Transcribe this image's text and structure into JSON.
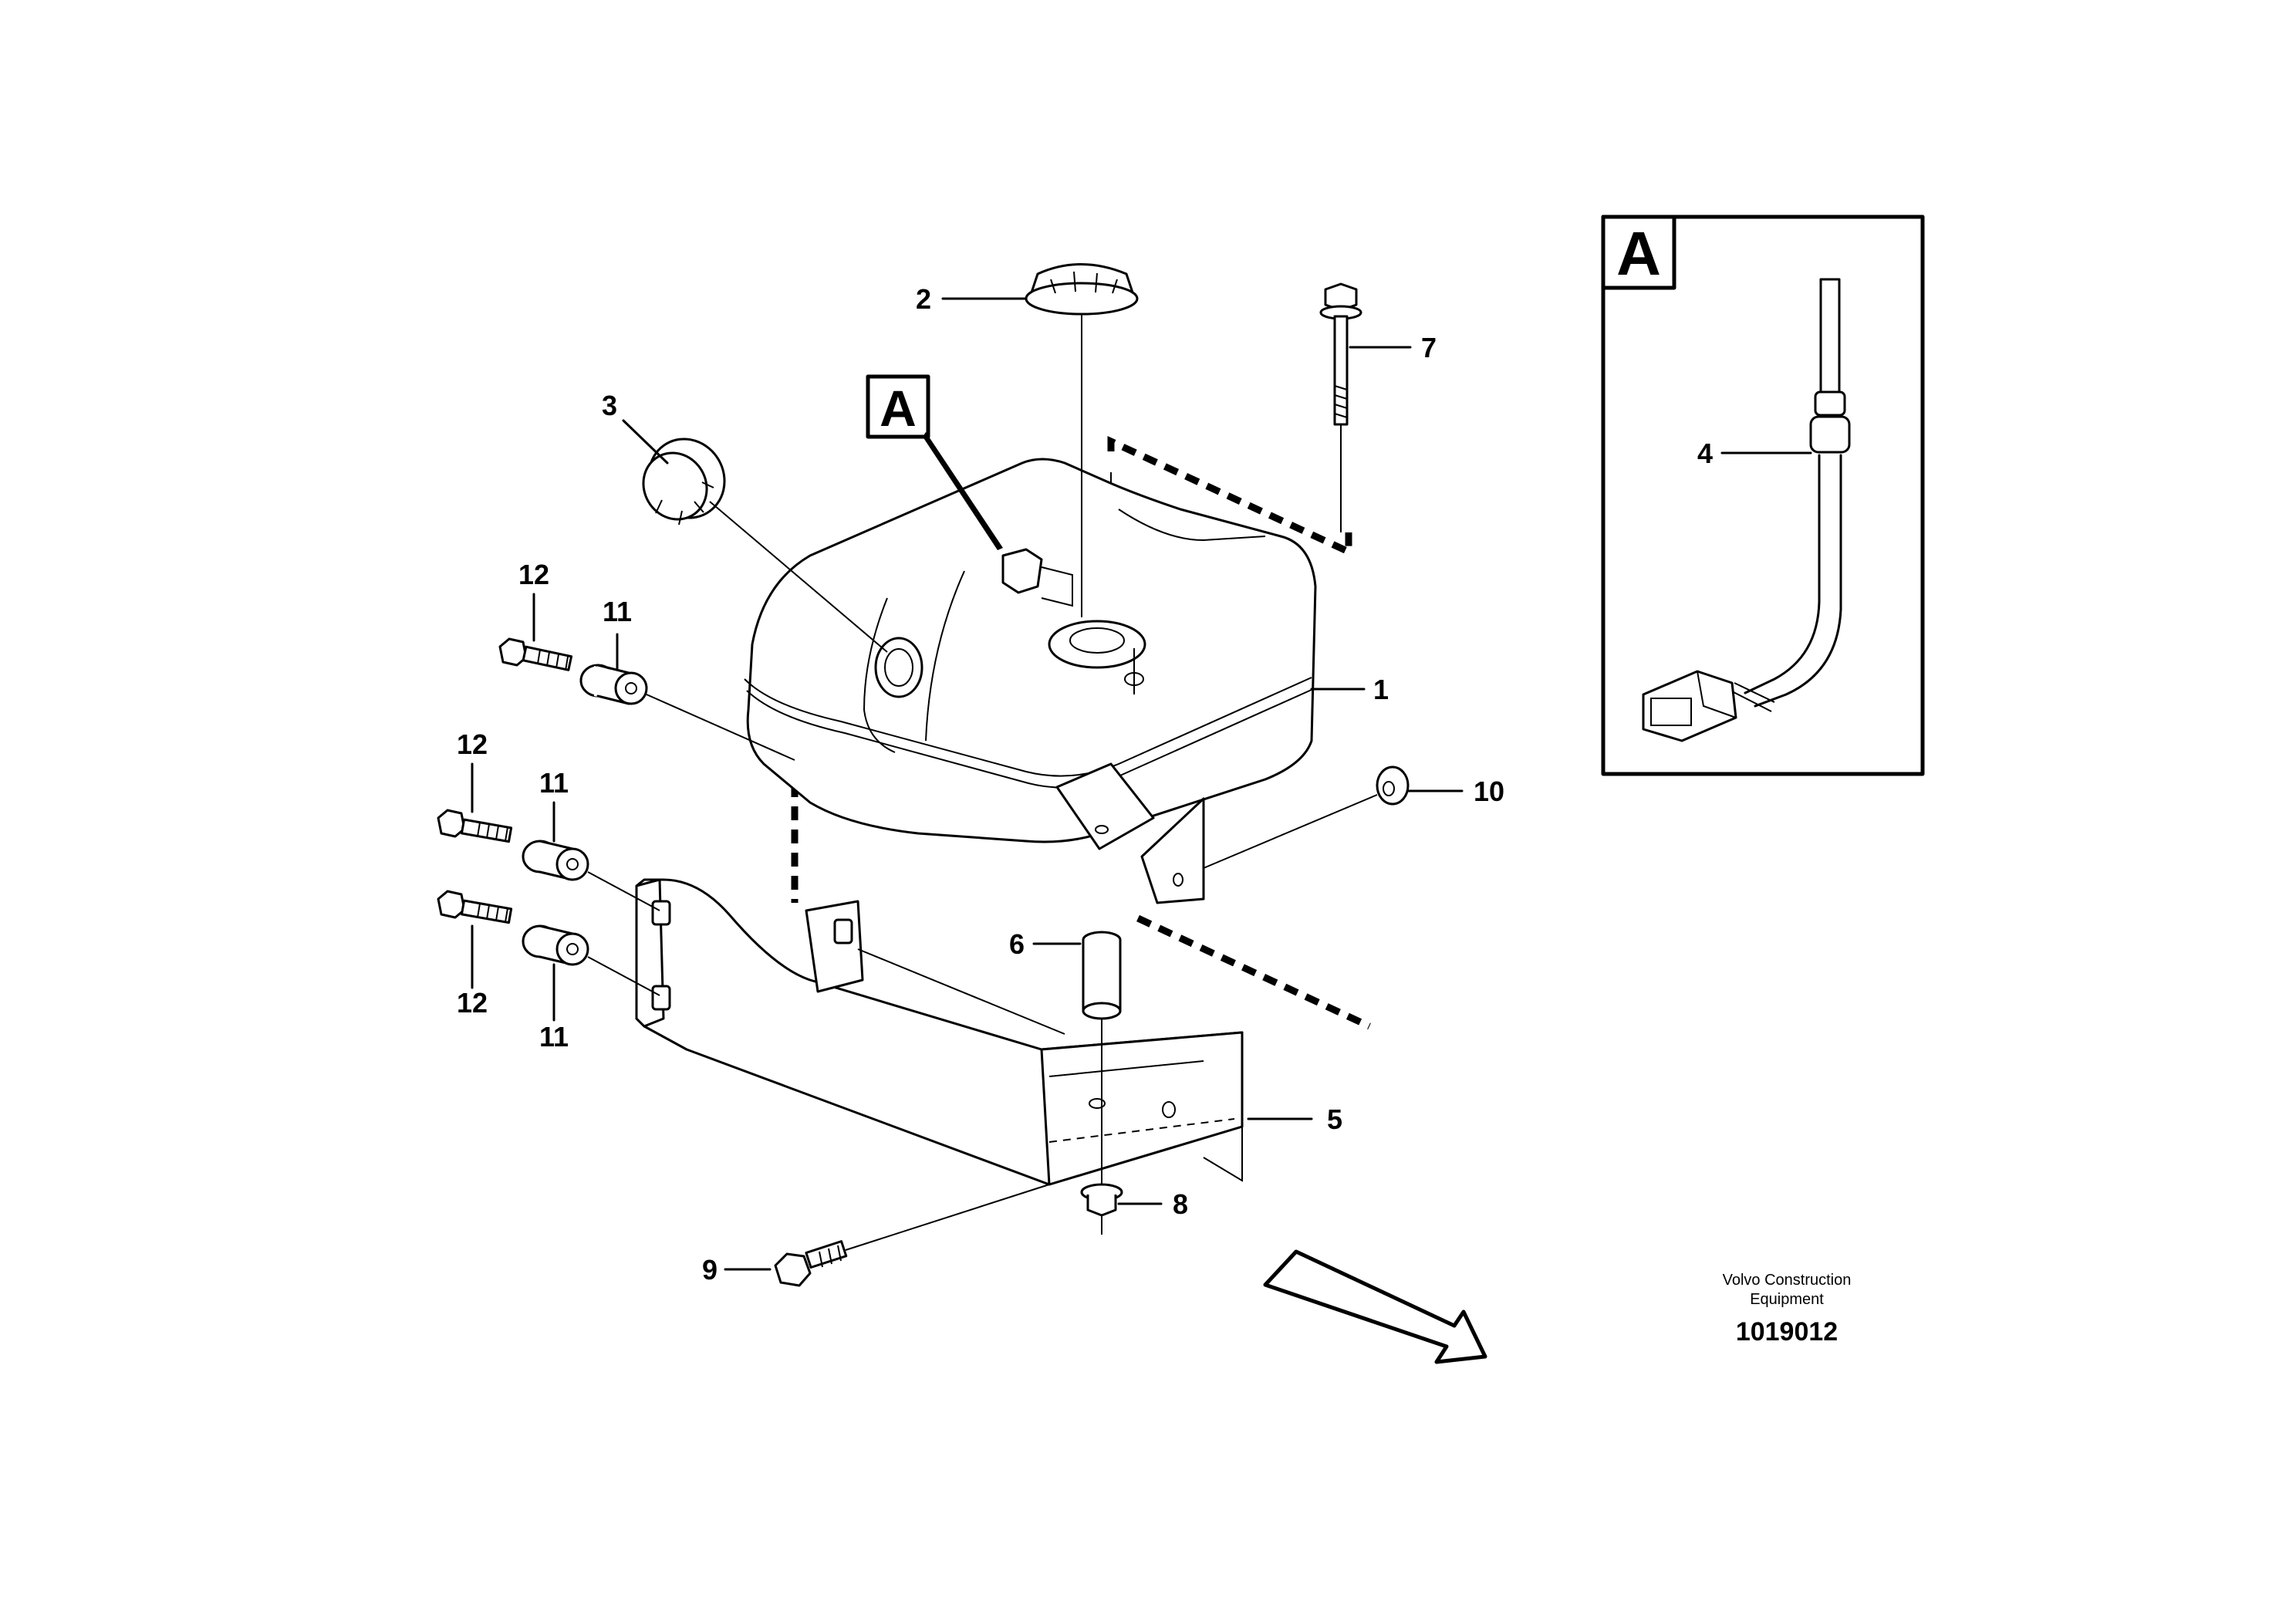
{
  "diagram": {
    "callouts": {
      "c1": "1",
      "c2": "2",
      "c3": "3",
      "c4": "4",
      "c5": "5",
      "c6": "6",
      "c7": "7",
      "c8": "8",
      "c9": "9",
      "c10": "10",
      "c11a": "11",
      "c11b": "11",
      "c11c": "11",
      "c12a": "12",
      "c12b": "12",
      "c12c": "12"
    },
    "detail_ref_main": "A",
    "detail_ref_inset": "A",
    "brand_line1": "Volvo Construction",
    "brand_line2": "Equipment",
    "document_number": "1019012"
  }
}
